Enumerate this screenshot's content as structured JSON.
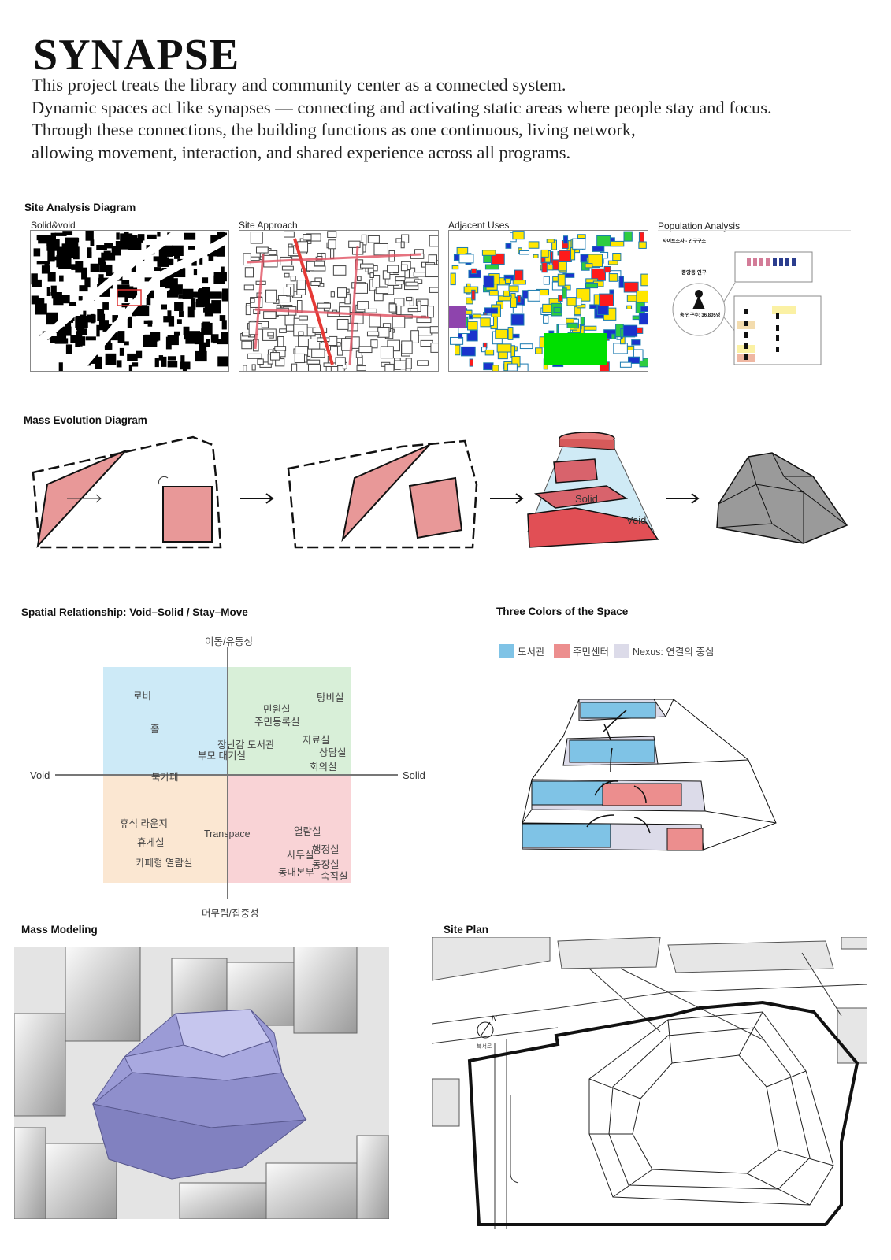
{
  "title": "SYNAPSE",
  "intro": [
    "This project treats the library and community center as a connected system.",
    "Dynamic spaces act like synapses — connecting and activating static areas where people stay and focus.",
    "Through these connections, the building functions as one continuous, living network,",
    "allowing movement, interaction, and shared experience across all programs."
  ],
  "site_analysis": {
    "heading": "Site Analysis Diagram",
    "panels": [
      "Solid&void",
      "Site Approach",
      "Adjacent Uses",
      "Population Analysis"
    ],
    "population": {
      "subtitle": "사이트조사 - 인구구조",
      "label": "중앙동 인구",
      "total": "총 인구수: 36,805명"
    }
  },
  "mass_evolution": {
    "heading": "Mass Evolution Diagram",
    "solid_label": "Solid",
    "void_label": "Void"
  },
  "spatial": {
    "heading": "Spatial Relationship: Void–Solid / Stay–Move",
    "axis_top": "이동/유동성",
    "axis_bottom": "머무림/집중성",
    "axis_left": "Void",
    "axis_right": "Solid",
    "labels": {
      "lobby": "로비",
      "hall": "홀",
      "bookcafe": "북카페",
      "civil": "민원실",
      "registry": "주민등록실",
      "nursing": "탕비실",
      "toy_library": "장난감 도서관",
      "parent_wait": "부모 대기실",
      "archive": "자료실",
      "counsel": "상담실",
      "meeting": "회의실",
      "lounge": "휴식 라운지",
      "rest": "휴게실",
      "cafe_reading": "카페형 열람실",
      "transpace": "Transpace",
      "reading": "열람실",
      "office": "사무실",
      "admin": "행정실",
      "hall_chief": "동장실",
      "hq": "동대본부",
      "night": "숙직실"
    },
    "colors": {
      "void_move": "#cdeaf7",
      "solid_move": "#d8efd8",
      "void_stay": "#fbe7d2",
      "solid_stay": "#f9d3d6"
    }
  },
  "three_colors": {
    "heading": "Three Colors of the Space",
    "legend": [
      {
        "label": "도서관",
        "color": "#7fc3e6"
      },
      {
        "label": "주민센터",
        "color": "#ec8e8e"
      },
      {
        "label": "Nexus: 연결의 중심",
        "color": "#dcdbe9"
      }
    ]
  },
  "mass_modeling": {
    "heading": "Mass Modeling"
  },
  "site_plan": {
    "heading": "Site Plan",
    "north": "N",
    "road": "북서로"
  }
}
